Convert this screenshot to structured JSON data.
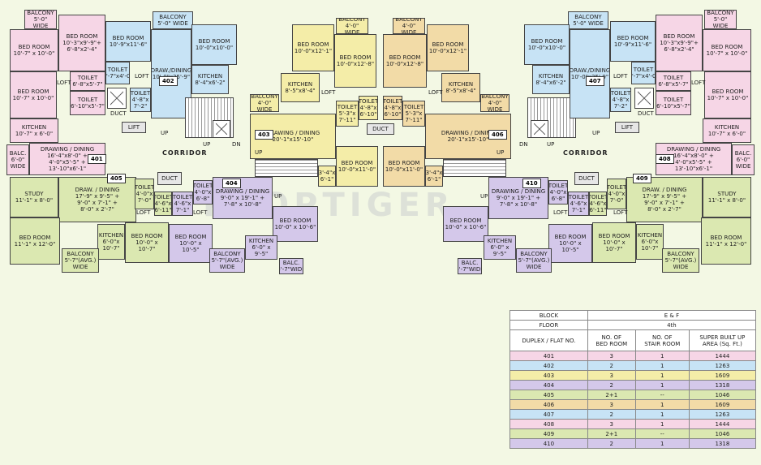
{
  "watermark": "PROPTIGER",
  "labels": {
    "corridor": "CORRIDOR",
    "up": "UP",
    "dn": "DN",
    "loft": "LOFT",
    "duct": "DUCT",
    "lift": "LIFT"
  },
  "rooms": {
    "balcony_5_0": "BALCONY\n5'-0\" WIDE",
    "balcony_4_0": "BALCONY\n4'-0\" WIDE",
    "bed_10_3": "BED ROOM\n10'-3\"x9'-9\"+\n6'-8\"x2'-4\"",
    "bed_10_9": "BED ROOM\n10'-9\"x11'-6\"",
    "bed_10_0_10": "BED ROOM\n10'-0\"x10'-0\"",
    "bed_10_7_a": "BED ROOM\n10'-7\" x 10'-0\"",
    "draw_dining_10_0": "DRAW./DINING\n10'-0\"x25'-9\"",
    "toilet_6_7": "TOILET\n6'-7\"x4'-0\"",
    "toilet_6_8": "TOILET\n6'-8\"x5'-7\"",
    "toilet_6_10": "TOILET\n6'-10\"x5'-7\"",
    "toilet_4_8": "TOILET\n4'-8\"x\n7'-2\"",
    "kitchen_8_4": "KITCHEN\n8'-4\"x6'-2\"",
    "kitchen_10_7": "KITCHEN\n10'-7\" x 6'-0\"",
    "balc_6_0": "BALC.\n6'-0\"\nWIDE",
    "drawing_16_4": "DRAWING / DINING\n16'-4\"x8'-0\" +\n4'-0\"x5'-5\" +\n13'-10\"x6'-1\"",
    "bed_10_0_12_1": "BED ROOM\n10'-0\"x12'-1\"",
    "bed_10_0_12_8": "BED ROOM\n10'-0\"x12'-8\"",
    "kitchen_8_5": "KITCHEN\n8'-5\"x8'-4\"",
    "toilet_4_8b": "TOILET\n4'-8\"x\n6'-10\"",
    "toilet_5_3": "TOILET\n5'-3\"x\n7'-11\"",
    "drawing_20_1": "DRAWING / DINING\n20'-1\"x15'-10\"",
    "bed_10_0_11_0": "BED ROOM\n10'-0\"x11'-0\"",
    "dim_3_4": "3'-4\"x\n6'-1\"",
    "study_11_1": "STUDY\n11'-1\" x 8'-0\"",
    "draw_dining_17_9": "DRAW. / DINING\n17'-9\" x 9'-5\" +\n9'-0\" x 7'-1\" +\n8'-0\" x 2'-7\"",
    "bed_11_1": "BED ROOM\n11'-1\" x 12'-0\"",
    "kitchen_6_0": "KITCHEN\n6'-0\"x\n10'-7\"",
    "bed_10_0_10_7": "BED ROOM\n10'-0\" x 10'-7\"",
    "balcony_5_7": "BALCONY\n5'-7\"(AVG.)\nWIDE",
    "toilet_4_0_7": "TOILET\n4'-0\"x\n7'-0\"",
    "toilet_4_6": "TOILET\n4'-6\"x\n6'-11\"",
    "toilet_4_6b": "TOILET\n4'-6\"x\n7'-1\"",
    "toilet_4_0_6": "TOILET\n4'-0\"x\n6'-8\"",
    "drawing_9_0": "DRAWING / DINING\n9'-0\" x 19'-1\" +\n7'-8\" x 10'-8\"",
    "bed_10_0_10_5": "BED ROOM\n10'-0\" x 10'-5\"",
    "bed_10_0_10_6": "BED ROOM\n10'-0\" x 10'-6\"",
    "kitchen_6_0_9": "KITCHEN\n6'-0\" x\n9'-5\"",
    "balc_5_7": "BALC.\n5'-7\"WIDE"
  },
  "flats": {
    "f401": "401",
    "f402": "402",
    "f403": "403",
    "f404": "404",
    "f405": "405",
    "f406": "406",
    "f407": "407",
    "f408": "408",
    "f409": "409",
    "f410": "410"
  },
  "table": {
    "block_label": "BLOCK",
    "block_value": "E & F",
    "floor_label": "FLOOR",
    "floor_value": "4th",
    "headers": [
      "DUPLEX / FLAT NO.",
      "NO. OF\nBED ROOM",
      "NO. OF\nSTAIR ROOM",
      "SUPER BUILT UP\nAREA (Sq. Ft.)"
    ],
    "rows": [
      [
        "401",
        "3",
        "1",
        "1444"
      ],
      [
        "402",
        "2",
        "1",
        "1263"
      ],
      [
        "403",
        "3",
        "1",
        "1609"
      ],
      [
        "404",
        "2",
        "1",
        "1318"
      ],
      [
        "405",
        "2+1",
        "--",
        "1046"
      ],
      [
        "406",
        "3",
        "1",
        "1609"
      ],
      [
        "407",
        "2",
        "1",
        "1263"
      ],
      [
        "408",
        "3",
        "1",
        "1444"
      ],
      [
        "409",
        "2+1",
        "--",
        "1046"
      ],
      [
        "410",
        "2",
        "1",
        "1318"
      ]
    ]
  }
}
